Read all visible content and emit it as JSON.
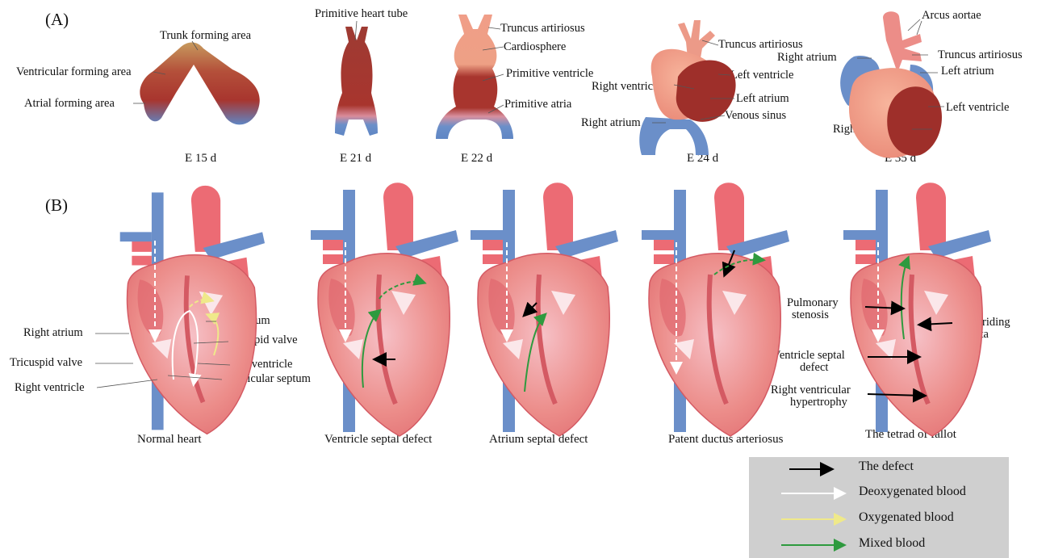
{
  "panels": {
    "a": "(A)",
    "b": "(B)"
  },
  "stages": [
    {
      "caption": "E 15 d",
      "labels": {
        "trunk": "Trunk forming area",
        "ventricular": "Ventricular forming area",
        "atrial": "Atrial forming area"
      }
    },
    {
      "caption": "E 21 d",
      "labels": {
        "tube": "Primitive heart tube"
      }
    },
    {
      "caption": "E 22 d",
      "labels": {
        "truncus": "Truncus artiriosus",
        "cardiosphere": "Cardiosphere",
        "ventricle": "Primitive ventricle",
        "atria": "Primitive atria"
      }
    },
    {
      "caption": "E 24 d",
      "labels": {
        "truncus": "Truncus artiriosus",
        "left_ventricle": "Left ventricle",
        "right_ventricle": "Right ventricle",
        "left_atrium": "Left atrium",
        "right_atrium": "Right atrium",
        "venous_sinus": "Venous sinus"
      }
    },
    {
      "caption": "E 35 d",
      "labels": {
        "arcus": "Arcus aortae",
        "right_atrium": "Right atrium",
        "truncus": "Truncus artiriosus",
        "left_atrium": "Left atrium",
        "left_ventricle": "Left ventricle",
        "right_ventricle": "Right ventricle"
      }
    }
  ],
  "defects": [
    {
      "caption": "Normal heart",
      "labels": {
        "left_atrium": "Left atrium",
        "right_atrium": "Right atrium",
        "bicuspid": "Bicuspid valve",
        "tricuspid": "Tricuspid valve",
        "left_ventricle": "Left ventricle",
        "septum": "Ventricular septum",
        "right_ventricle": "Right ventricle"
      }
    },
    {
      "caption": "Ventricle septal defect"
    },
    {
      "caption": "Atrium septal defect"
    },
    {
      "caption": "Patent ductus arteriosus"
    },
    {
      "caption": "The tetrad of fallot",
      "labels": {
        "pulmonary_1": "Pulmonary",
        "pulmonary_2": "stenosis",
        "overriding_1": "Overriding",
        "overriding_2": "aorta",
        "vsd_1": "Ventricle septal",
        "vsd_2": "defect",
        "rvh_1": "Right ventricular",
        "rvh_2": "hypertrophy"
      }
    }
  ],
  "legend": [
    {
      "label": "The defect",
      "color": "#000000"
    },
    {
      "label": "Deoxygenated blood",
      "color": "#ffffff"
    },
    {
      "label": "Oxygenated blood",
      "color": "#efe98a"
    },
    {
      "label": "Mixed blood",
      "color": "#2e9a3e"
    }
  ],
  "colors": {
    "venous_blue": "#6b8fc9",
    "heart_red": "#a8352e",
    "heart_pink": "#ec8d8a",
    "trunk_tan": "#c9855a"
  }
}
